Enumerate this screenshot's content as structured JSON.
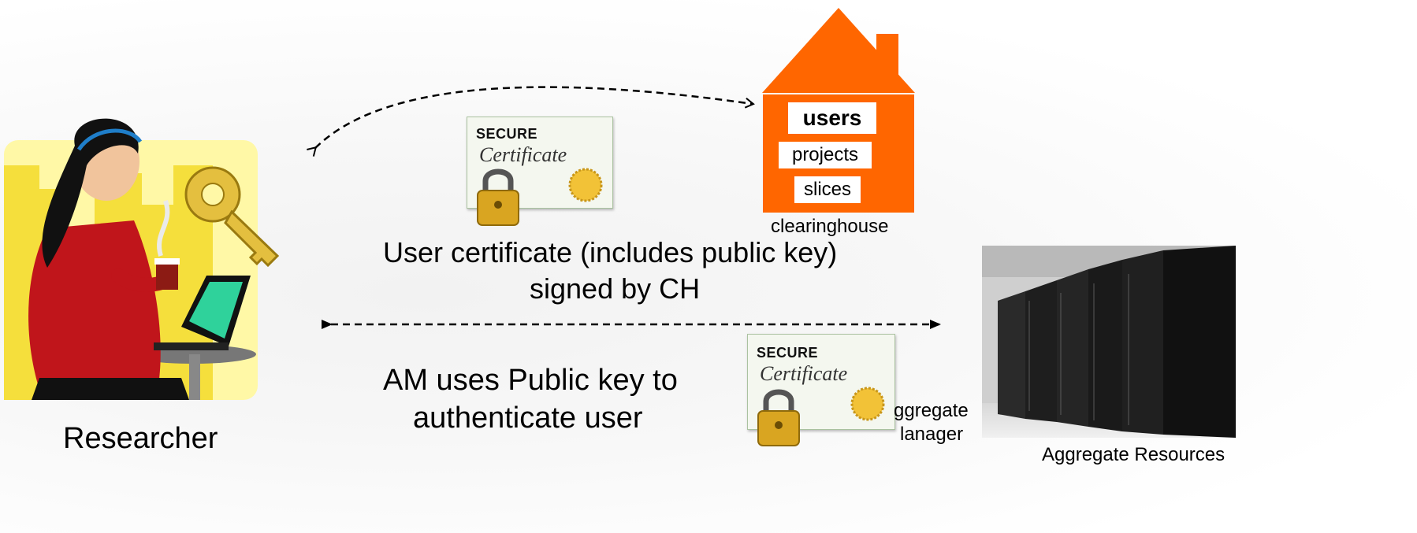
{
  "researcher": {
    "label": "Researcher"
  },
  "clearinghouse": {
    "label": "clearinghouse",
    "boxes": [
      "users",
      "projects",
      "slices"
    ],
    "color": "#ff6600"
  },
  "certificate": {
    "secure_text": "SECURE",
    "cert_text": "Certificate"
  },
  "captions": {
    "user_cert_line1": "User certificate (includes public key)",
    "user_cert_line2": "signed by CH",
    "am_line1": "AM uses Public key to",
    "am_line2": "authenticate user",
    "am_label_line1": "ggregate",
    "am_label_line2": "lanager",
    "resources": "Aggregate Resources"
  }
}
